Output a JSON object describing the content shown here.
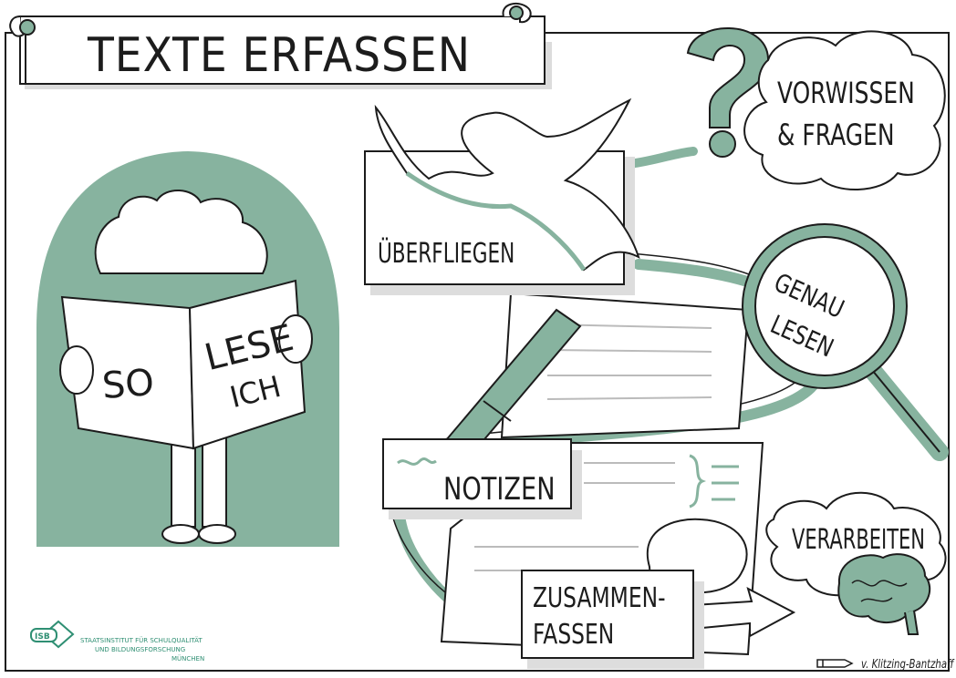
{
  "title": "TEXTE ERFASSEN",
  "newspaper": {
    "left_page": "SO",
    "right_page_line1": "LESE",
    "right_page_line2": "ICH"
  },
  "steps": {
    "vorwissen_line1": "VORWISSEN",
    "vorwissen_line2": "& FRAGEN",
    "ueberfliegen": "ÜBERFLIEGEN",
    "genau_line1": "GENAU",
    "genau_line2": "LESEN",
    "notizen": "NOTIZEN",
    "zusammen_line1": "ZUSAMMEN-",
    "zusammen_line2": "FASSEN",
    "verarbeiten": "VERARBEITEN"
  },
  "institute": {
    "logo_text": "ISB",
    "line1": "STAATSINSTITUT FÜR SCHULQUALITÄT",
    "line2": "UND BILDUNGSFORSCHUNG",
    "line3": "MÜNCHEN"
  },
  "credit": "v. Klitzing-Bantzhaff",
  "colors": {
    "accent": "#87b39f",
    "ink": "#1c1c1c",
    "shadow": "#d9d9d9",
    "paper": "#ffffff"
  },
  "icons": [
    "question-mark-icon",
    "cloud-icon",
    "bird-icon",
    "magnifier-icon",
    "pen-icon",
    "speech-bubble-icon",
    "arrow-icon",
    "brain-icon",
    "pencil-icon"
  ]
}
